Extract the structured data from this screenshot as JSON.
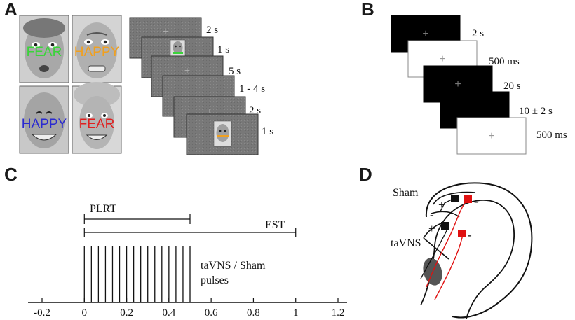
{
  "panels": {
    "a": {
      "label": "A",
      "faces": [
        {
          "word": "FEAR",
          "color": "#3ad43a"
        },
        {
          "word": "HAPPY",
          "color": "#f0a020"
        },
        {
          "word": "HAPPY",
          "color": "#2a2ad0"
        },
        {
          "word": "FEAR",
          "color": "#e02020"
        }
      ],
      "durations": [
        "2 s",
        "1 s",
        "5 s",
        "1 - 4 s",
        "2 s",
        "1 s"
      ]
    },
    "b": {
      "label": "B",
      "durations": [
        "2 s",
        "500 ms",
        "20 s",
        "10 ± 2 s",
        "500 ms"
      ]
    },
    "c": {
      "label": "C",
      "plrt_label": "PLRT",
      "est_label": "EST",
      "pulse_label_line1": "taVNS / Sham",
      "pulse_label_line2": "pulses",
      "x_ticks": [
        "-0.2",
        "0",
        "0.2",
        "0.4",
        "0.6",
        "0.8",
        "1",
        "1.2"
      ],
      "xlim": [
        -0.2,
        1.2
      ],
      "plrt_range": [
        0,
        0.5
      ],
      "est_range": [
        0,
        1
      ],
      "pulse_start": 0,
      "pulse_end": 0.5,
      "pulse_count": 16
    },
    "d": {
      "label": "D",
      "sham_label": "Sham",
      "tavns_label": "taVNS",
      "plus": "+",
      "minus": "-",
      "anode_color": "#111111",
      "cathode_color": "#e01010"
    }
  }
}
